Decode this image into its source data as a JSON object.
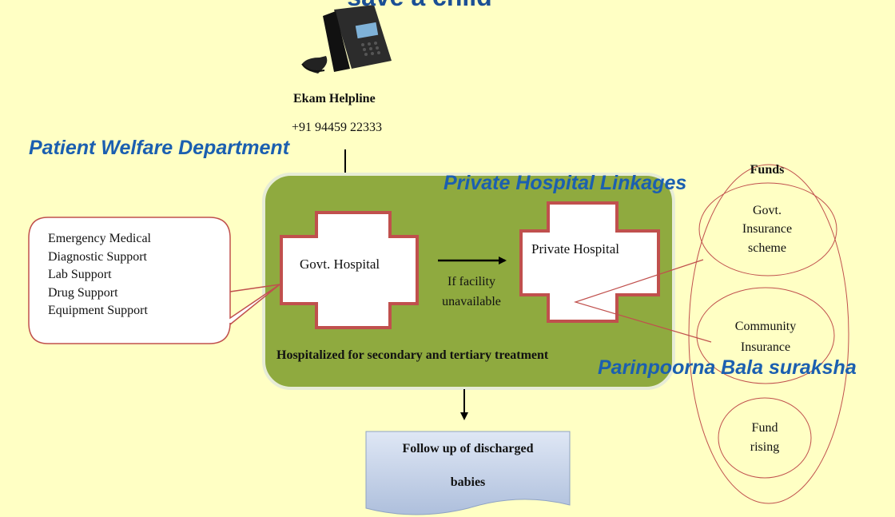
{
  "title": "save a child",
  "helpline": {
    "name": "Ekam Helpline",
    "phone": "+91 94459 22333"
  },
  "labels": {
    "patient_welfare": "Patient Welfare Department",
    "private_linkages": "Private Hospital Linkages",
    "bala_suraksha": "Parinpoorna Bala suraksha"
  },
  "support_services": [
    "Emergency Medical",
    "Diagnostic Support",
    "Lab Support",
    "Drug Support",
    "Equipment Support"
  ],
  "hospitals": {
    "govt": "Govt. Hospital",
    "private": "Private Hospital",
    "transfer_line1": "If facility",
    "transfer_line2": "unavailable",
    "hospitalized": "Hospitalized for secondary and tertiary treatment"
  },
  "followup": {
    "line1": "Follow up of discharged",
    "line2": "babies"
  },
  "funds": {
    "title": "Funds",
    "govt_line1": "Govt.",
    "govt_line2": "Insurance",
    "govt_line3": "scheme",
    "community_line1": "Community",
    "community_line2": "Insurance",
    "fundraise_line1": "Fund",
    "fundraise_line2": "rising"
  },
  "colors": {
    "background": "#ffffc4",
    "green_panel": "#8faa3f",
    "cross_border": "#c0504d",
    "callout_red": "#c0504d",
    "label_blue": "#1b5fb0",
    "doc_fill": "#c9d7ee"
  }
}
